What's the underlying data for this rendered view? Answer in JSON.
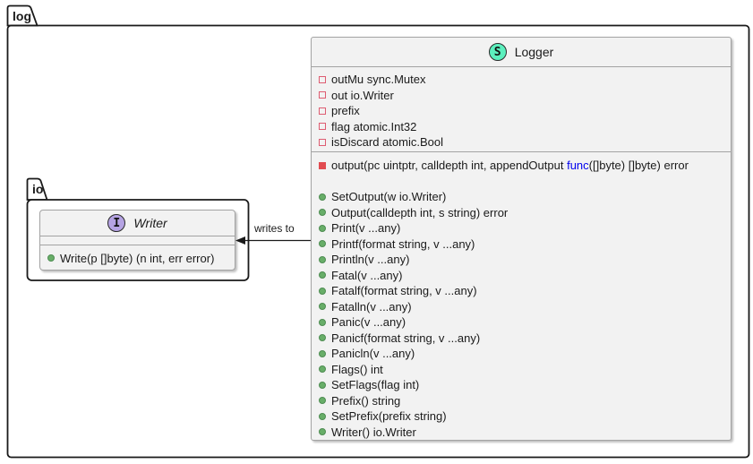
{
  "diagram": {
    "packages": {
      "log": {
        "label": "log"
      },
      "io": {
        "label": "io"
      }
    },
    "relation": {
      "label": "writes to",
      "from": "Logger",
      "to": "Writer",
      "arrow": "open-filled-left"
    },
    "colors": {
      "struct_badge": "#5CF0BE",
      "interface_badge": "#B5A3E3",
      "field_icon": "#DE5D72",
      "private_method_icon": "#E14B50",
      "public_method_icon": "#68AE68",
      "func_keyword": "#0000EE",
      "node_fill": "#F2F2F2",
      "node_border": "#A3A3A3",
      "package_border": "#1A1A1A"
    },
    "logger": {
      "badge_letter": "S",
      "title": "Logger",
      "fields": [
        "outMu sync.Mutex",
        "out io.Writer",
        "prefix",
        "flag atomic.Int32",
        "isDiscard atomic.Bool"
      ],
      "private_method": {
        "pre": "output(pc uintptr, calldepth int, appendOutput ",
        "keyword": "func",
        "post": "([]byte) []byte) error"
      },
      "public_methods": [
        "SetOutput(w io.Writer)",
        "Output(calldepth int, s string) error",
        "Print(v ...any)",
        "Printf(format string, v ...any)",
        "Println(v ...any)",
        "Fatal(v ...any)",
        "Fatalf(format string, v ...any)",
        "Fatalln(v ...any)",
        "Panic(v ...any)",
        "Panicf(format string, v ...any)",
        "Panicln(v ...any)",
        "Flags() int",
        "SetFlags(flag int)",
        "Prefix() string",
        "SetPrefix(prefix string)",
        "Writer() io.Writer"
      ]
    },
    "writer": {
      "badge_letter": "I",
      "title": "Writer",
      "methods": [
        "Write(p []byte) (n int, err error)"
      ]
    }
  }
}
